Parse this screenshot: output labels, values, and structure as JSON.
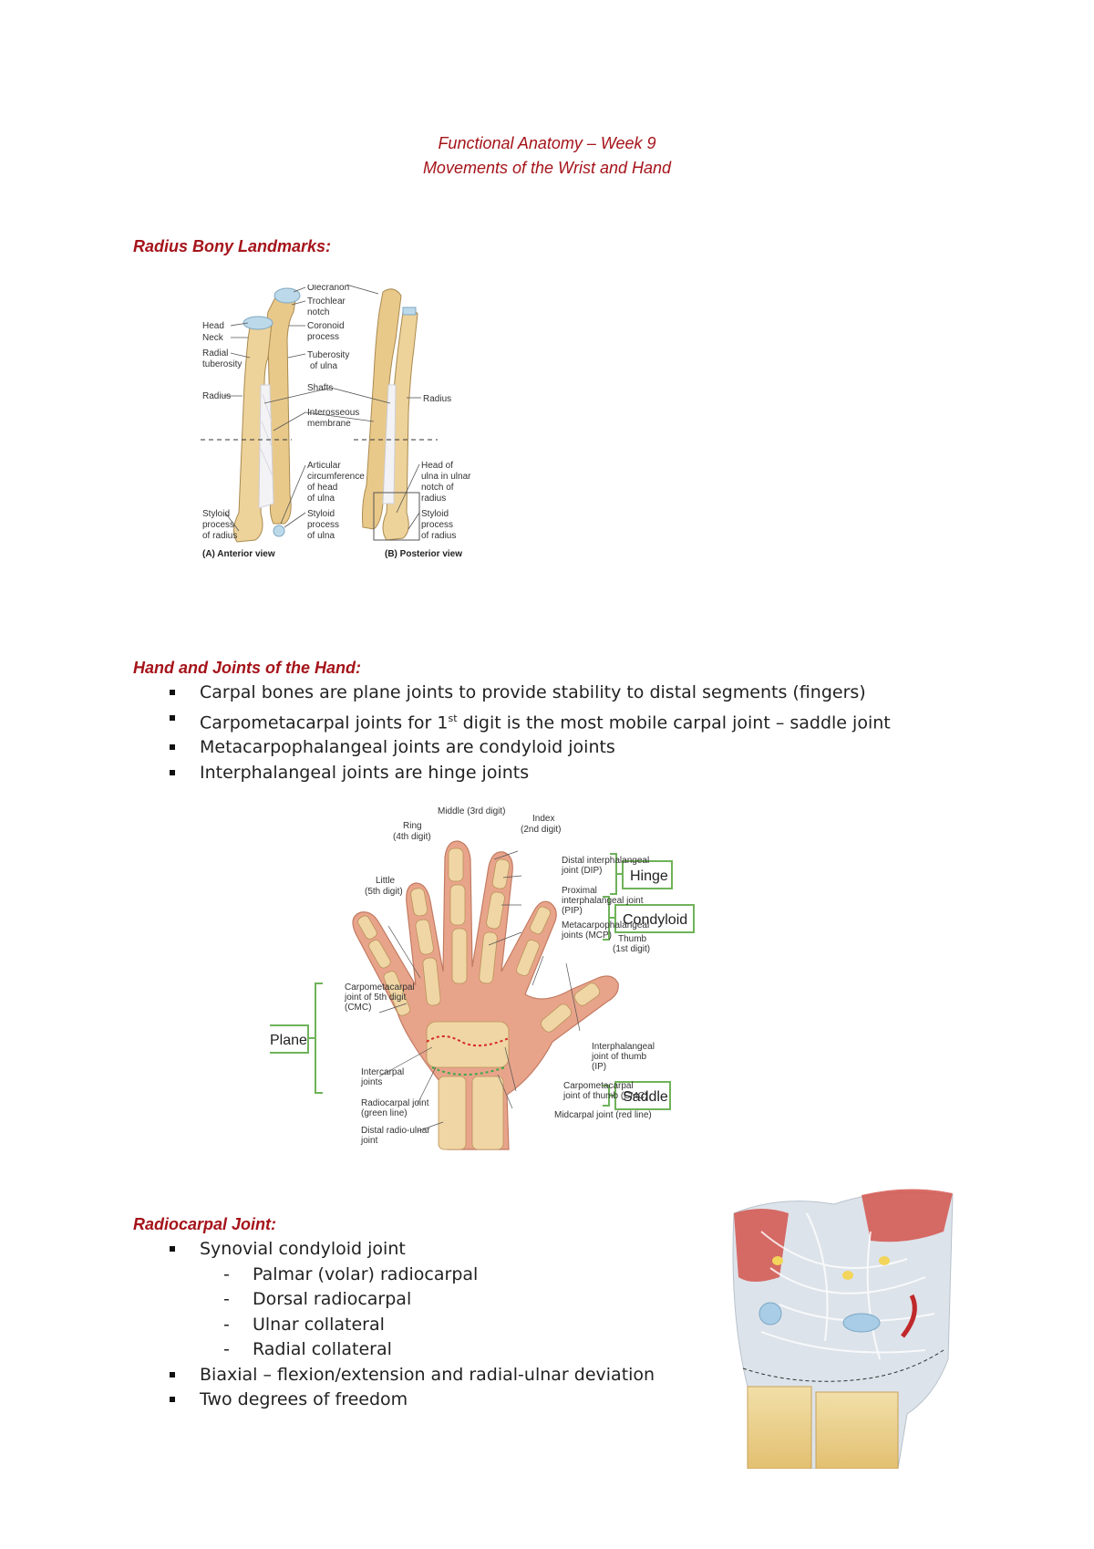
{
  "header": {
    "title_line1": "Functional Anatomy – Week 9",
    "title_line2": "Movements of the Wrist and Hand"
  },
  "radius_section": {
    "heading": "Radius Bony Landmarks:",
    "figure_labels": {
      "olecranon": "Olecranon",
      "trochlear_notch_1": "Trochlear",
      "trochlear_notch_2": "notch",
      "head": "Head",
      "neck": "Neck",
      "coronoid_1": "Coronoid",
      "coronoid_2": "process",
      "radial_tub_1": "Radial",
      "radial_tub_2": "tuberosity",
      "tub_ulna_1": "Tuberosity",
      "tub_ulna_2": "of ulna",
      "radius_left": "Radius",
      "shafts": "Shafts",
      "radius_right": "Radius",
      "interosseous_1": "Interosseous",
      "interosseous_2": "membrane",
      "articular_1": "Articular",
      "articular_2": "circumference",
      "articular_3": "of head",
      "articular_4": "of ulna",
      "head_ulna_1": "Head of",
      "head_ulna_2": "ulna in ulnar",
      "head_ulna_3": "notch of",
      "head_ulna_4": "radius",
      "styloid_rad_1": "Styloid",
      "styloid_rad_2": "process",
      "styloid_rad_3": "of radius",
      "styloid_uln_1": "Styloid",
      "styloid_uln_2": "process",
      "styloid_uln_3": "of ulna",
      "styloid_rad_r1": "Styloid",
      "styloid_rad_r2": "process",
      "styloid_rad_r3": "of radius",
      "view_a": "(A) Anterior view",
      "view_b": "(B) Posterior view"
    }
  },
  "hand_section": {
    "heading": "Hand and Joints of the Hand:",
    "bullets": [
      {
        "pre": "Carpal bones are plane joints to provide stability to distal segments (fingers)",
        "sup": "",
        "post": ""
      },
      {
        "pre": "Carpometacarpal joints for 1",
        "sup": "st",
        "post": " digit is the most mobile carpal joint – saddle joint"
      },
      {
        "pre": "Metacarpophalangeal joints are condyloid joints",
        "sup": "",
        "post": ""
      },
      {
        "pre": "Interphalangeal joints are hinge joints",
        "sup": "",
        "post": ""
      }
    ],
    "figure_labels": {
      "middle": "Middle (3rd digit)",
      "index_1": "Index",
      "index_2": "(2nd digit)",
      "ring_1": "Ring",
      "ring_2": "(4th digit)",
      "little_1": "Little",
      "little_2": "(5th digit)",
      "dip_1": "Distal interphalangeal",
      "dip_2": "joint (DIP)",
      "pip_1": "Proximal",
      "pip_2": "interphalangeal joint",
      "pip_3": "(PIP)",
      "mcp_1": "Metacarpophalangeal",
      "mcp_2": "joints (MCP)",
      "thumb_1": "Thumb",
      "thumb_2": "(1st digit)",
      "cmc5_1": "Carpometacarpal",
      "cmc5_2": "joint of 5th digit",
      "cmc5_3": "(CMC)",
      "ip_thumb_1": "Interphalangeal",
      "ip_thumb_2": "joint of thumb",
      "ip_thumb_3": "(IP)",
      "intercarpal_1": "Intercarpal",
      "intercarpal_2": "joints",
      "cmc_thumb_1": "Carpometacarpal",
      "cmc_thumb_2": "joint of thumb (CMC)",
      "radiocarpal_1": "Radiocarpal joint",
      "radiocarpal_2": "(green line)",
      "midcarpal": "Midcarpal joint (red line)",
      "druj_1": "Distal radio-ulnar",
      "druj_2": "joint"
    },
    "boxes": {
      "hinge": "Hinge",
      "condyloid": "Condyloid",
      "plane": "Plane",
      "saddle": "Saddle"
    },
    "colors": {
      "box_border": "#6fb35a",
      "midcarpal_line": "#d62828",
      "radiocarpal_line": "#3aa84a"
    }
  },
  "radiocarpal_section": {
    "heading": "Radiocarpal Joint:",
    "items": [
      {
        "type": "bullet",
        "text": "Synovial condyloid joint"
      },
      {
        "type": "dash",
        "text": "Palmar (volar) radiocarpal"
      },
      {
        "type": "dash",
        "text": "Dorsal radiocarpal"
      },
      {
        "type": "dash",
        "text": "Ulnar collateral"
      },
      {
        "type": "dash",
        "text": "Radial collateral"
      },
      {
        "type": "bullet",
        "text": "Biaxial – flexion/extension and radial-ulnar deviation"
      },
      {
        "type": "bullet",
        "text": "Two degrees of freedom"
      }
    ]
  }
}
